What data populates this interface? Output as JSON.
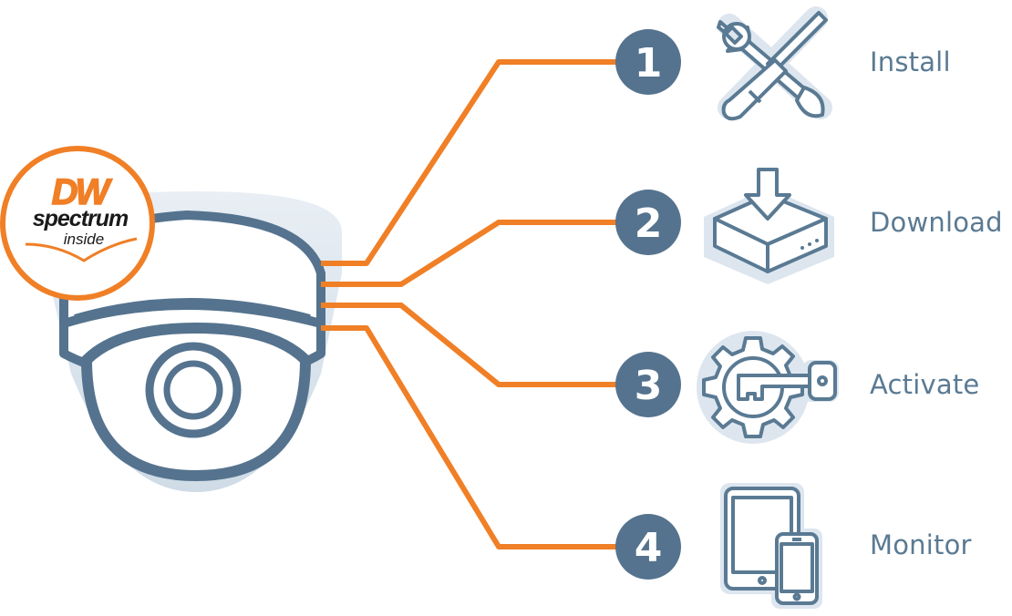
{
  "logo": {
    "brand_letters": "DW",
    "brand_word": "spectrum",
    "brand_suffix": "inside"
  },
  "steps": [
    {
      "number": "1",
      "label": "Install",
      "icon": "wrench-screwdriver-icon"
    },
    {
      "number": "2",
      "label": "Download",
      "icon": "download-box-icon"
    },
    {
      "number": "3",
      "label": "Activate",
      "icon": "gear-key-icon"
    },
    {
      "number": "4",
      "label": "Monitor",
      "icon": "tablet-phone-icon"
    }
  ],
  "colors": {
    "connector": "#f07f26",
    "badge": "#55738e",
    "outline": "#5a7a93",
    "halo": "#dde6ef",
    "label": "#5a7a93"
  }
}
